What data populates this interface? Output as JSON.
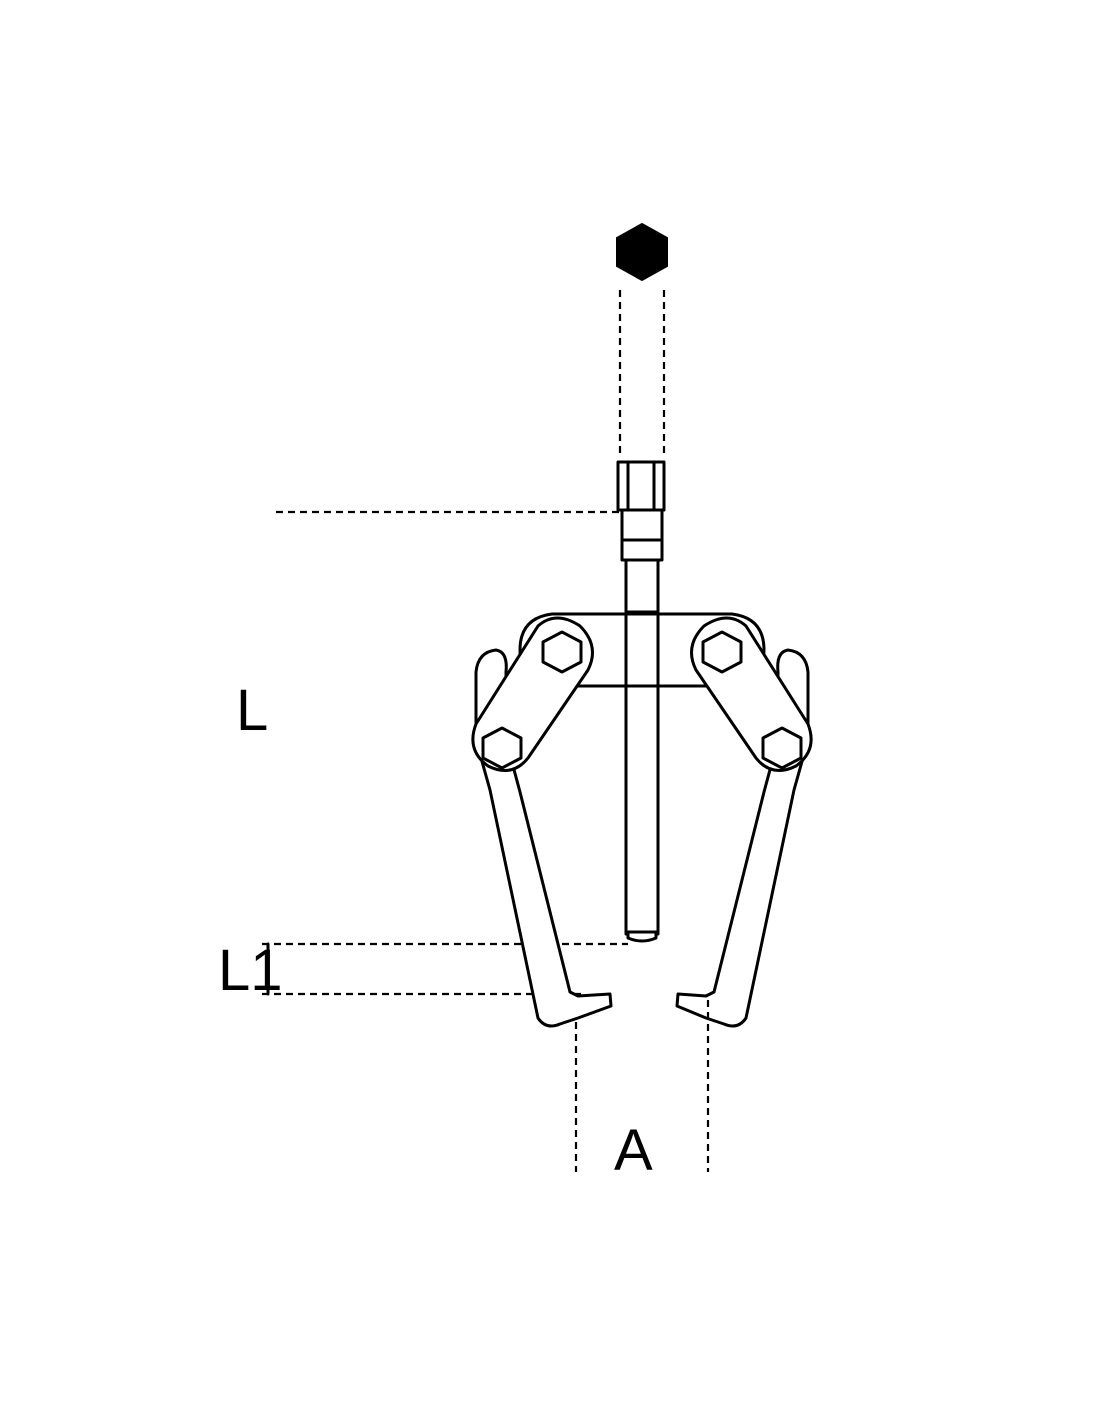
{
  "labels": {
    "length": "L",
    "jaw_depth": "L1",
    "opening": "A"
  },
  "colors": {
    "line": "#000000",
    "background": "#ffffff"
  },
  "icons": {
    "drive_head": "hex-icon",
    "pivot_bolts": "hex-bolt-icon"
  }
}
